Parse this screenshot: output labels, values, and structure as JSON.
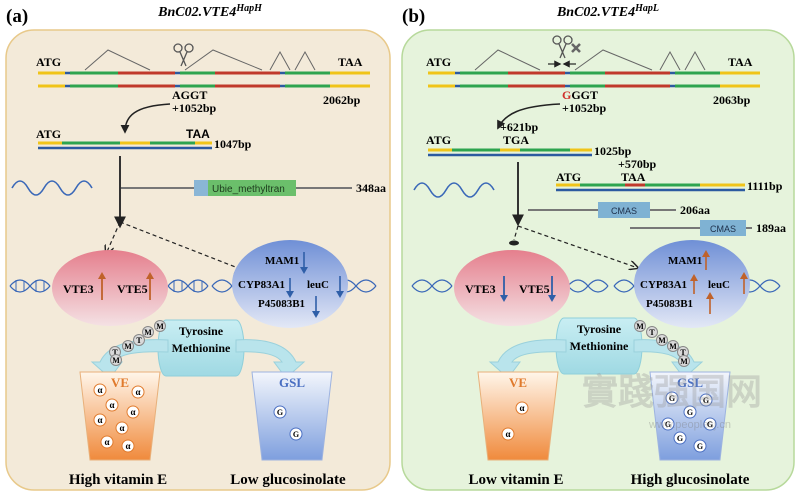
{
  "panel_a": {
    "letter": "(a)",
    "gene": "BnC02.VTE4",
    "allele": "HapH",
    "atg": "ATG",
    "taa": "TAA",
    "full_len": "2062bp",
    "snp_base": "A",
    "snp_rest": "GGT",
    "snp_pos": "+1052bp",
    "transcript_len": "1047bp",
    "domain": "Ubie_methyltran",
    "protein_len": "348aa",
    "vte": [
      "VTE3",
      "VTE5"
    ],
    "gsl_genes": [
      "MAM1",
      "CYP83A1",
      "leuC",
      "P45083B1"
    ],
    "amino": [
      "Tyrosine",
      "Methionine"
    ],
    "met_letters": [
      "M",
      "M",
      "T",
      "M",
      "T",
      "M"
    ],
    "ve": "VE",
    "gsl": "GSL",
    "alpha": "α",
    "g": "G",
    "result": [
      "High vitamin E",
      "Low glucosinolate"
    ]
  },
  "panel_b": {
    "letter": "(b)",
    "gene": "BnC02.VTE4",
    "allele": "HapL",
    "atg": "ATG",
    "taa": "TAA",
    "full_len": "2063bp",
    "snp_base": "G",
    "snp_rest": "GGT",
    "snp_pos": "+1052bp",
    "stop1_pos": "+621bp",
    "stop1": "TGA",
    "transcript1_len": "1025bp",
    "stop2_pos": "+570bp",
    "stop2": "TAA",
    "transcript2_len": "1111bp",
    "domain": "CMAS",
    "protein1_len": "206aa",
    "protein2_len": "189aa",
    "vte": [
      "VTE3",
      "VTE5"
    ],
    "gsl_genes": [
      "MAM1",
      "CYP83A1",
      "leuC",
      "P45083B1"
    ],
    "amino": [
      "Tyrosine",
      "Methionine"
    ],
    "met_letters": [
      "M",
      "T",
      "M",
      "M",
      "T",
      "M"
    ],
    "ve": "VE",
    "gsl": "GSL",
    "alpha": "α",
    "g": "G",
    "result": [
      "Low vitamin E",
      "High glucosinolate"
    ]
  },
  "watermark": {
    "text": "實踐强国网",
    "url": "www.peoplesj.cn"
  },
  "colors": {
    "panel_a_bg": "#f3ead9",
    "panel_a_border": "#e8c98a",
    "panel_b_bg": "#e6f3dc",
    "panel_b_border": "#b7d99b",
    "up_arrow": "#c0622a",
    "down_arrow": "#2f5fa8",
    "domain_green": "#6bbf6b",
    "domain_blue": "#7fb2d3",
    "vte_ellipse": "#e9a0a8",
    "gsl_ellipse": "#8aa6dc",
    "connector": "#b9e4ec"
  }
}
